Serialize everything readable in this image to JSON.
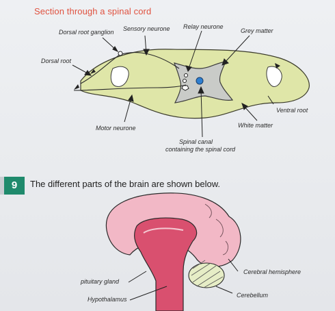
{
  "spinal_section": {
    "title": "Section through a spinal cord",
    "labels": {
      "dorsal_root_ganglion": "Dorsal root ganglion",
      "sensory_neurone": "Sensory neurone",
      "relay_neurone": "Relay neurone",
      "grey_matter": "Grey matter",
      "dorsal_root": "Dorsal root",
      "ventral_root": "Ventral root",
      "white_matter": "White matter",
      "motor_neurone": "Motor neurone",
      "spinal_canal_line1": "Spinal canal",
      "spinal_canal_line2": "containing the spinal cord"
    },
    "colors": {
      "white_matter": "#dfe6a8",
      "grey_matter": "#c9cbc8",
      "canal": "#2f7fd0"
    }
  },
  "question": {
    "number": "9",
    "text": "The different parts of the brain are shown below."
  },
  "brain": {
    "labels": {
      "pituitary_gland": "pituitary gland",
      "hypothalamus": "Hypothalamus",
      "cerebral_hemisphere": "Cerebral hemisphere",
      "cerebellum": "Cerebellum"
    },
    "colors": {
      "hemisphere": "#f2b8c6",
      "brainstem": "#d9506f",
      "cerebellum": "#e6edc6"
    }
  }
}
